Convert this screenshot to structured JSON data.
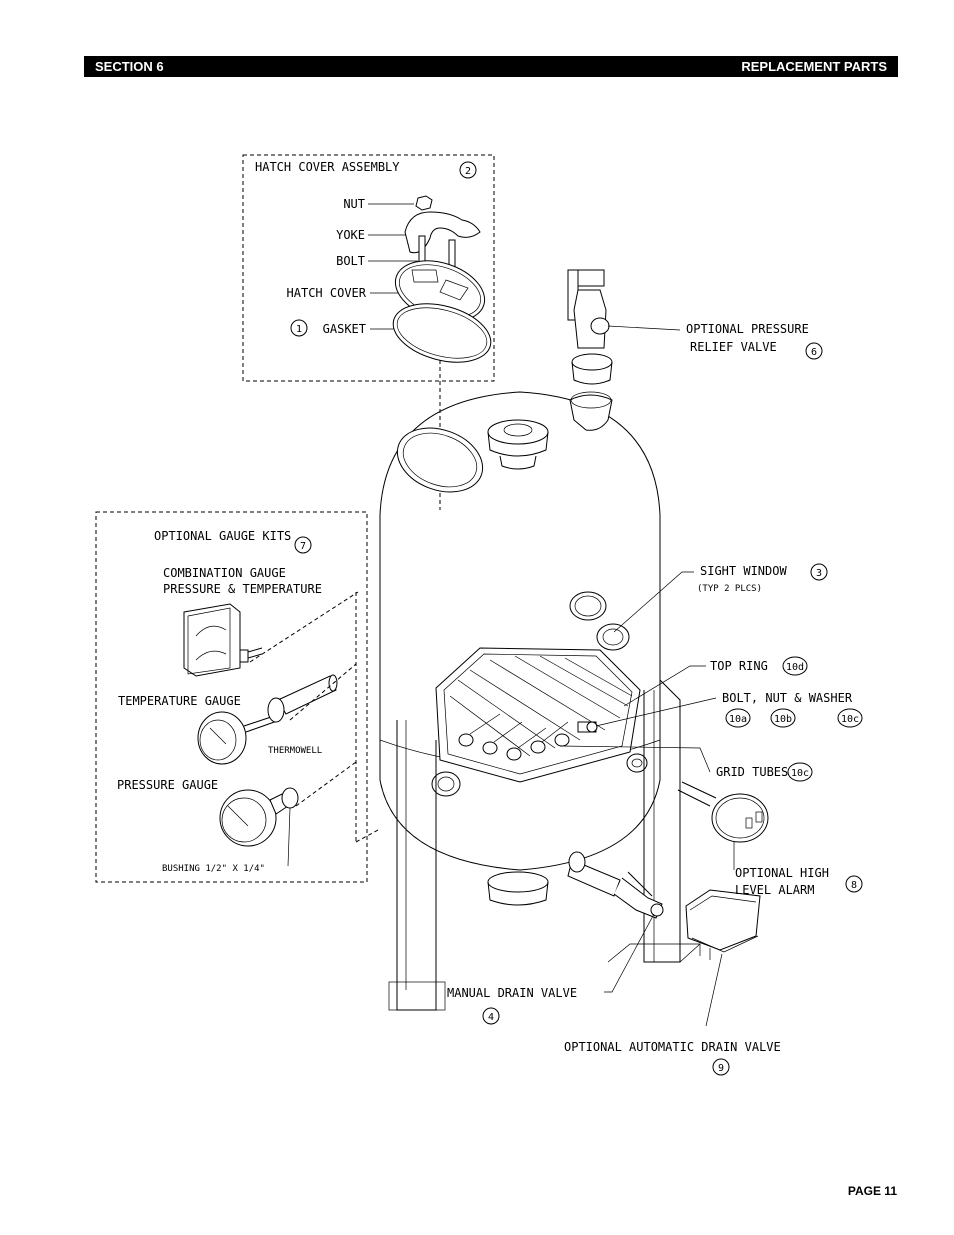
{
  "header": {
    "section": "SECTION 6",
    "title": "REPLACEMENT PARTS"
  },
  "footer": {
    "page": "PAGE 11"
  },
  "hatch_box": {
    "title": "HATCH COVER ASSEMBLY",
    "title_num": "2",
    "labels": {
      "nut": "NUT",
      "yoke": "YOKE",
      "bolt": "BOLT",
      "hatch_cover": "HATCH COVER",
      "gasket": "GASKET"
    },
    "gasket_num": "1"
  },
  "gauge_box": {
    "title": "OPTIONAL GAUGE KITS",
    "title_num": "7",
    "combo_line1": "COMBINATION GAUGE",
    "combo_line2": "PRESSURE & TEMPERATURE",
    "temp_gauge": "TEMPERATURE GAUGE",
    "thermowell": "THERMOWELL",
    "pressure_gauge": "PRESSURE GAUGE",
    "bushing": "BUSHING 1/2\" X 1/4\""
  },
  "callouts": {
    "relief_line1": "OPTIONAL PRESSURE",
    "relief_line2": "RELIEF VALVE",
    "relief_num": "6",
    "sight_window": "SIGHT WINDOW",
    "sight_num": "3",
    "sight_note": "(TYP 2 PLCS)",
    "top_ring": "TOP RING",
    "top_ring_num": "10d",
    "bolt_nut_washer": "BOLT, NUT & WASHER",
    "bnw_nums": [
      "10a",
      "10b",
      "10c"
    ],
    "grid_tubes": "GRID TUBES",
    "grid_num": "10c",
    "alarm_line1": "OPTIONAL HIGH",
    "alarm_line2": "LEVEL ALARM",
    "alarm_num": "8",
    "manual_drain": "MANUAL DRAIN VALVE",
    "manual_num": "4",
    "auto_drain": "OPTIONAL AUTOMATIC DRAIN VALVE",
    "auto_num": "9"
  }
}
